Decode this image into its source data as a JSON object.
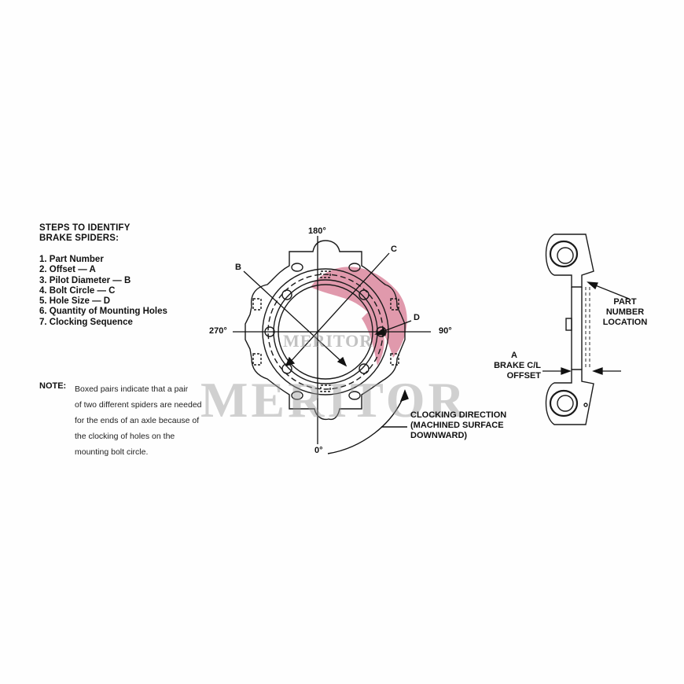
{
  "steps": {
    "title_line1": "STEPS TO IDENTIFY",
    "title_line2": "BRAKE SPIDERS:",
    "items": [
      "1. Part Number",
      "2. Offset — A",
      "3. Pilot Diameter — B",
      "4. Bolt Circle — C",
      "5. Hole Size — D",
      "6. Quantity of Mounting Holes",
      "7. Clocking Sequence"
    ]
  },
  "note": {
    "label": "NOTE:",
    "lines": [
      "Boxed pairs indicate that a pair",
      "of two different spiders are needed",
      "for the ends of an axle because of",
      "the clocking of holes on the",
      "mounting bolt circle."
    ]
  },
  "spider_diagram": {
    "angle_top": "180°",
    "angle_right": "90°",
    "angle_bottom": "0°",
    "angle_left": "270°",
    "label_b": "B",
    "label_c": "C",
    "label_d": "D",
    "clocking_line1": "CLOCKING DIRECTION",
    "clocking_line2": "(MACHINED SURFACE",
    "clocking_line3": "DOWNWARD)"
  },
  "side_view": {
    "part_number_line1": "PART",
    "part_number_line2": "NUMBER",
    "part_number_line3": "LOCATION",
    "offset_line1": "A",
    "offset_line2": "BRAKE C/L",
    "offset_line3": "OFFSET"
  },
  "watermark": {
    "brand": "MERITOR",
    "small_brand": "MERITOR",
    "logo_color": "#c8476a",
    "text_color": "#9a9a9a"
  }
}
